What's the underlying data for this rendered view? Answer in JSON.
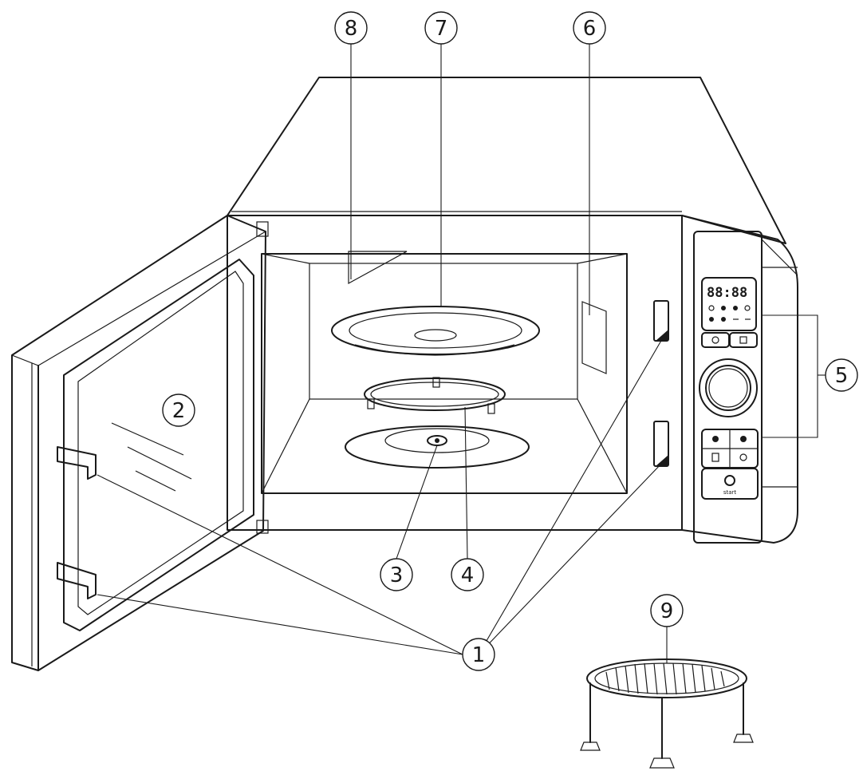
{
  "callouts": [
    {
      "id": "1",
      "label": "1"
    },
    {
      "id": "2",
      "label": "2"
    },
    {
      "id": "3",
      "label": "3"
    },
    {
      "id": "4",
      "label": "4"
    },
    {
      "id": "5",
      "label": "5"
    },
    {
      "id": "6",
      "label": "6"
    },
    {
      "id": "7",
      "label": "7"
    },
    {
      "id": "8",
      "label": "8"
    },
    {
      "id": "9",
      "label": "9"
    }
  ],
  "control_panel": {
    "display_text": "88:88",
    "start_label": "start"
  }
}
